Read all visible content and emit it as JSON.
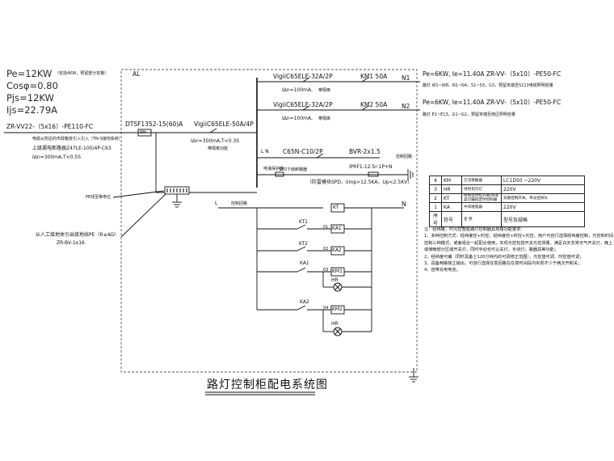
{
  "left_params": {
    "pe": "Pe=12KW",
    "pe_note": "（包括4KW，预留部分容量）",
    "cos": "Cosφ=0.80",
    "pjs": "Pjs=12KW",
    "ijs": "Ijs=22.79A"
  },
  "incoming": {
    "cable": "ZR-VV22-（5x16）-PE110-FC",
    "note_line1": "电缆从附近的市政箱变引入引入（TN-S接地系统）",
    "note_line2": "上级漏电断路器Z47LE-100/4P-C63",
    "note_line3": "IΔn=300mA,T<0.5S"
  },
  "cabinet": {
    "label": "AL",
    "meter": "DTSF1352-15(60)A",
    "meter_symbol": "Wh",
    "main_breaker": "VigiiC65ELE-50A/4P",
    "main_breaker_rcd": "IΔn=300mA,T<0.3S",
    "main_breaker_note": "带隔离功能",
    "pe_bar_label": "PE线至等电位",
    "ground_label": "从人工接地体引出接地线PE（R≤4Ω）",
    "ground_cable": "ZR-BV-1x16"
  },
  "circuits": {
    "n1": {
      "breaker": "VigiiC65ELE-32A/2P",
      "rcd": "IΔn=100mA,",
      "rcd_note": "带隔离",
      "contactor": "KM1  50A",
      "id": "N1",
      "spec": "Pe=6KW, Ie=11.40A   ZR-VV-（5x10）-PE50-FC",
      "lamps": "路灯 W1~W8、N1~N4，S1~S3，G3，预留末端至S113电缆照明容量"
    },
    "n2": {
      "breaker": "VigiiC65ELE-32A/2P",
      "rcd": "IΔn=100mA,",
      "rcd_note": "带隔离",
      "contactor": "KM2  50A",
      "id": "N2",
      "spec": "Pe=6KW, Ie=11.40A   ZR-VV-（5x10）-PE50-FC",
      "lamps": "路灯 E1~E13，G1~G2，预留末端至南区照明容量"
    },
    "control": {
      "ln": "L  N",
      "breaker": "C65N-C10/2P",
      "cable": "BVR-2x1.5",
      "label": "控制回路"
    },
    "spd": {
      "label_left": "电涌保护器",
      "label_right": "SPD下级断路器",
      "model": "iPRF1-12.5r-1P+N",
      "spec": "（防雷模块SPD，Iimp>12.5KA，Up<2.5KV）"
    }
  },
  "control_loop": {
    "label": "控制回路",
    "l": "L",
    "n": "N",
    "kt": "KT",
    "kt1": "KT1",
    "kt2": "KT2",
    "ka1": "KA1",
    "ka2": "KA2",
    "km1": "KM1",
    "km2": "KM2",
    "hr": "HR",
    "n01": "01",
    "n02": "02",
    "n03": "03",
    "n04": "04"
  },
  "legend": {
    "rows": [
      [
        "4",
        "KM",
        "交流接触器",
        "LC1D50 ~220V"
      ],
      [
        "3",
        "HR",
        "绿色指示灯",
        "220V"
      ],
      [
        "2",
        "KT",
        "经纬度时控开关/带液晶可编程定时控制器",
        "双路控制开关，带光控探头"
      ],
      [
        "1",
        "KA",
        "中间继电器",
        "220V"
      ],
      [
        "序号",
        "符号",
        "名  称",
        "型号及规格"
      ]
    ]
  },
  "notes": [
    "注：经纬度、时光控智能路灯控制器具规格功能要求：",
    "1、多种控制方式：经纬度控+时控、经纬度控+时控+光控，用户可自行选择经纬度控制，光控和时间控制三种模式，或者组合一起配合使用，实现光控包括开关光控测量，满足白天非常天气开关灯，晚上或傍晚部分区域开关灯，同时手动也可以关灯，手动灯，路器具等功能；",
    "2、经纬度可编（同时具备士120分钟内的可调修正范围），光控值可调、时控值可调；",
    "3、具备两路独立输出，可自行选择任意回路在任意时间段内实现不少于两次开和关；",
    "4、自带充电电池。"
  ],
  "title": "路灯控制柜配电系统图"
}
